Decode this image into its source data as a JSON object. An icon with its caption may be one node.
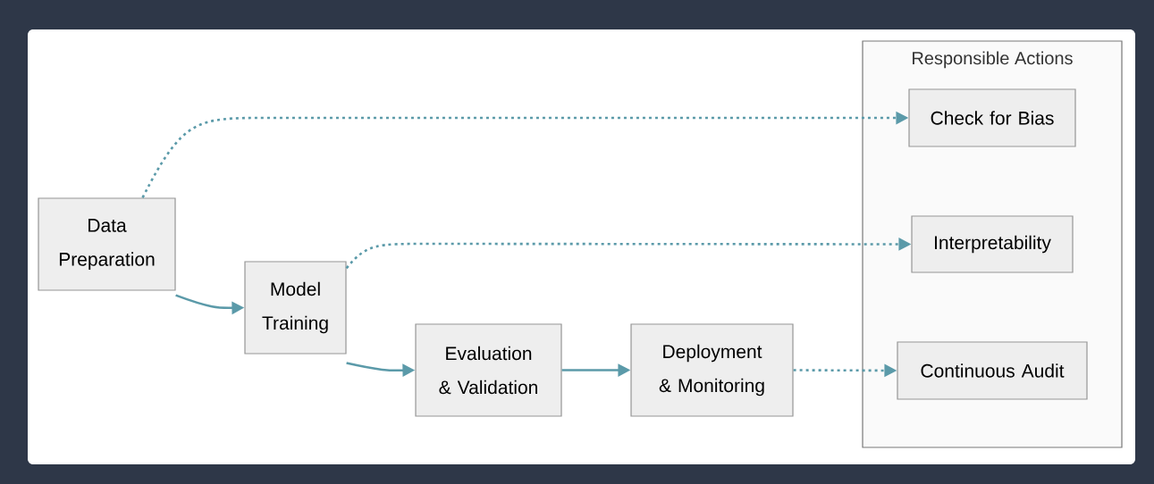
{
  "diagram": {
    "nodes": [
      {
        "text": [
          "Data Preparation"
        ]
      },
      {
        "text": [
          "Model Training"
        ]
      },
      {
        "text": [
          "Evaluation & Validation"
        ]
      },
      {
        "text": [
          "Deployment & Monitoring"
        ]
      },
      {
        "text": [
          "Responsible Actions"
        ]
      },
      {
        "text": [
          "Check for Bias"
        ],
        "in": 4
      },
      {
        "text": [
          "Interpretability"
        ],
        "in": 4
      },
      {
        "text": [
          "Continuous Audit"
        ],
        "in": 4
      }
    ],
    "edges": [
      {
        "from": 0,
        "to": 1,
        "arrow": "to"
      },
      {
        "from": 1,
        "to": 2,
        "arrow": "to"
      },
      {
        "from": 2,
        "to": 3,
        "arrow": "to"
      },
      {
        "from": 0,
        "to": 5,
        "arrow": "to",
        "style": "dashed"
      },
      {
        "from": 1,
        "to": 6,
        "arrow": "to",
        "style": "dashed"
      },
      {
        "from": 3,
        "to": 7,
        "arrow": "to",
        "style": "dashed"
      }
    ]
  }
}
